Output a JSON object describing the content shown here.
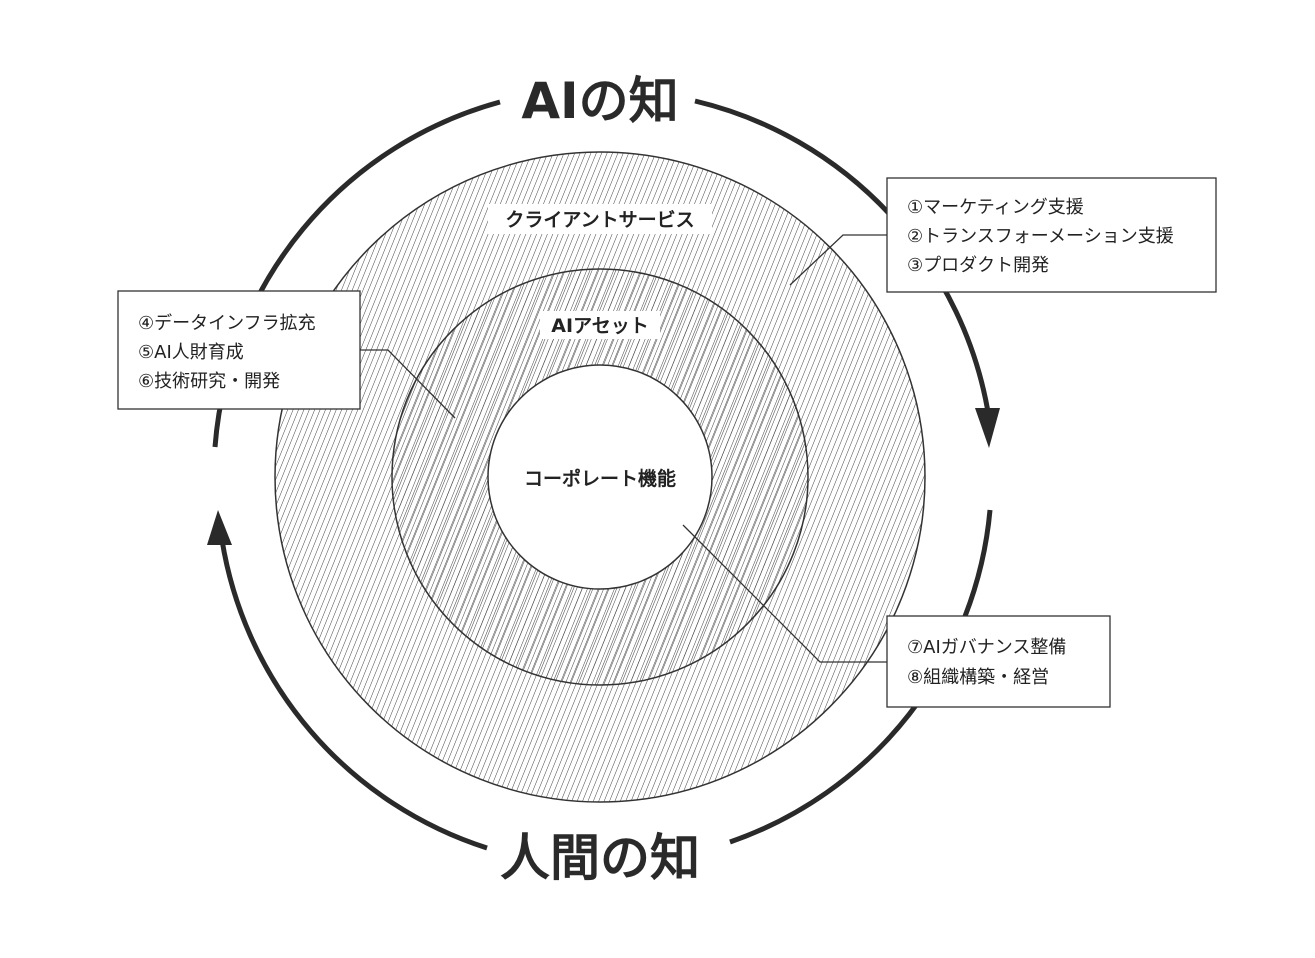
{
  "cycle": {
    "top_label": "AIの知",
    "bottom_label": "人間の知"
  },
  "rings": {
    "outer_label": "クライアントサービス",
    "middle_label": "AIアセット",
    "core_label": "コーポレート機能"
  },
  "boxes": {
    "client_services": [
      "①マーケティング支援",
      "②トランスフォーメーション支援",
      "③プロダクト開発"
    ],
    "ai_assets": [
      "④データインフラ拡充",
      "⑤AI人財育成",
      "⑥技術研究・開発"
    ],
    "corporate": [
      "⑦AIガバナンス整備",
      "⑧組織構築・経営"
    ]
  },
  "colors": {
    "line": "#2a2a2a",
    "background": "#ffffff"
  }
}
